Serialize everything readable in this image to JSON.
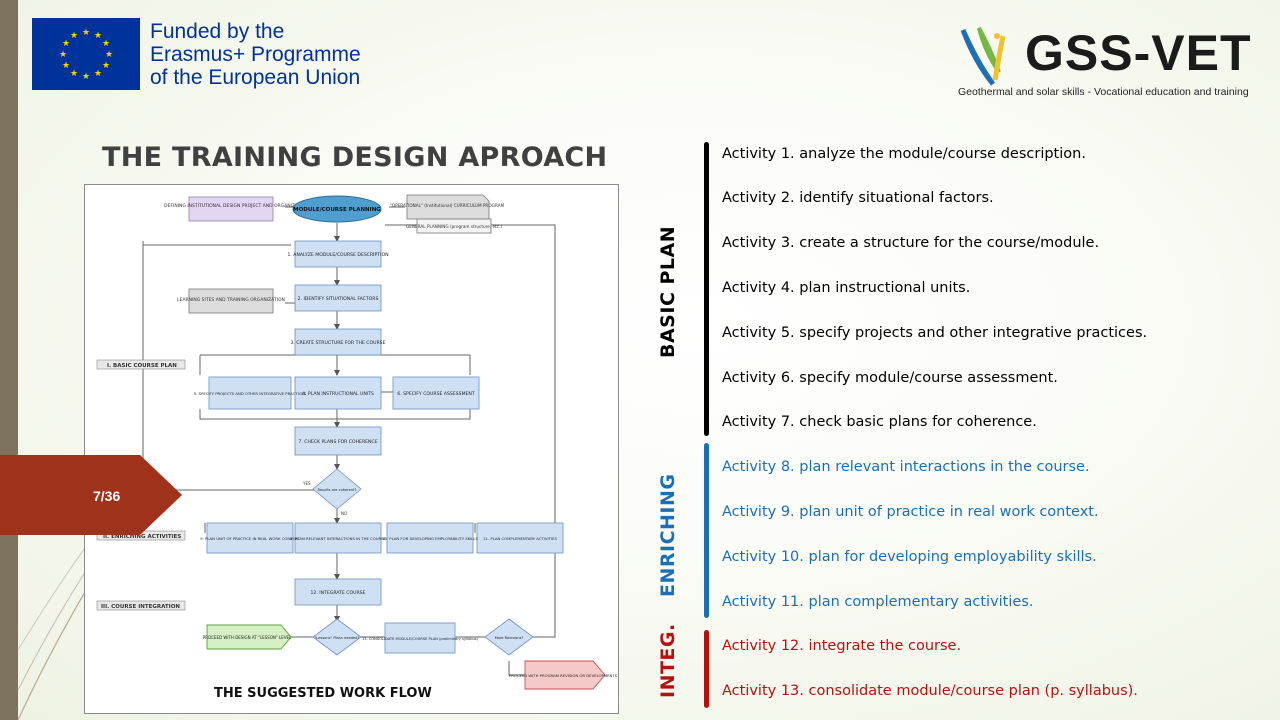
{
  "header": {
    "funder_lines": [
      "Funded by the",
      "Erasmus+ Programme",
      "of the European Union"
    ],
    "project_name": "GSS-VET",
    "project_tagline": "Geothermal and solar skills - Vocational education and training"
  },
  "slide": {
    "title": "THE TRAINING DESIGN APROACH",
    "diagram_caption": "THE SUGGESTED WORK FLOW",
    "page_number": "7/36"
  },
  "sections": {
    "basic": "BASIC PLAN",
    "enriching": "ENRICHING",
    "integ": "INTEG."
  },
  "activities": [
    "Activity 1. analyze the module/course description.",
    "Activity 2. identify situational factors.",
    "Activity 3. create a structure for the course/module.",
    "Activity 4. plan instructional units.",
    "Activity 5. specify projects and other integrative practices.",
    "Activity 6. specify module/course assessment.",
    "Activity 7. check basic plans for coherence.",
    "Activity 8. plan relevant interactions in the course.",
    "Activity 9. plan unit of practice in real work context.",
    "Activity 10. plan for developing employability skills.",
    "Activity 11. plan complementary activities.",
    "Activity 12. integrate the course.",
    "Activity 13. consolidate module/course plan (p. syllabus)."
  ],
  "diagram": {
    "top": "MODULE/COURSE PLANNING",
    "defining": "DEFINING INSTITUTIONAL DESIGN PROJECT AND ORGANIZE",
    "operational": "\"OPERATIONAL\" (Institutional) CURRICULUM PROGRAM",
    "general": "GENERAL PLANNING (program structure, etc.)",
    "learning": "LEARNING SITES AND TRAINING ORGANIZATION",
    "step1": "1. ANALYZE MODULE/COURSE DESCRIPTION",
    "step2": "2. IDENTIFY SITUATIONAL FACTORS",
    "step3": "3. CREATE STRUCTURE FOR THE COURSE",
    "step5": "5. SPECIFY PROJECTS AND OTHER INTEGRATIVE PRACTICES",
    "step4": "4. PLAN INSTRUCTIONAL UNITS",
    "step6": "6. SPECIFY COURSE ASSESSMENT",
    "step7": "7. CHECK PLANS FOR COHERENCE",
    "decision1": "Results are coherent?",
    "step9": "9. PLAN UNIT OF PRACTICE IN REAL WORK CONTEXT",
    "step8": "8. PLAN RELEVANT INTERACTIONS IN THE COURSE",
    "step10": "10. PLAN FOR DEVELOPING EMPLOYABILITY SKILLS",
    "step11": "11. PLAN COMPLEMENTARY ACTIVITIES",
    "step12": "12. INTEGRATE COURSE",
    "step13": "13. CONSOLIDATE MODULE/COURSE PLAN (preliminary syllabus)",
    "decision2": "\"Lessons\" Plans needed?",
    "decision3": "More Revisions?",
    "proceed_lesson": "PROCEED WITH DESIGN AT \"LESSON\" LEVEL",
    "proceed_program": "PROCEED WITH PROGRAM REVISION OR DEVELOPMENTS",
    "phase1": "I. BASIC COURSE PLAN",
    "phase2": "II. ENRICHING ACTIVITIES",
    "phase3": "III. COURSE INTEGRATION",
    "yes": "YES",
    "no": "NO"
  },
  "colors": {
    "basic": "#000000",
    "enriching": "#1a6fb5",
    "integ": "#b5120e",
    "eu_blue": "#003399",
    "eu_star": "#ffcc00",
    "page_tab": "#a0311b",
    "box_blue": "#cfe0f5",
    "box_purple": "#e3d6f2",
    "box_grey": "#dcdcdc"
  },
  "icons": [
    "eu-flag-icon",
    "gss-vet-logo-icon"
  ]
}
